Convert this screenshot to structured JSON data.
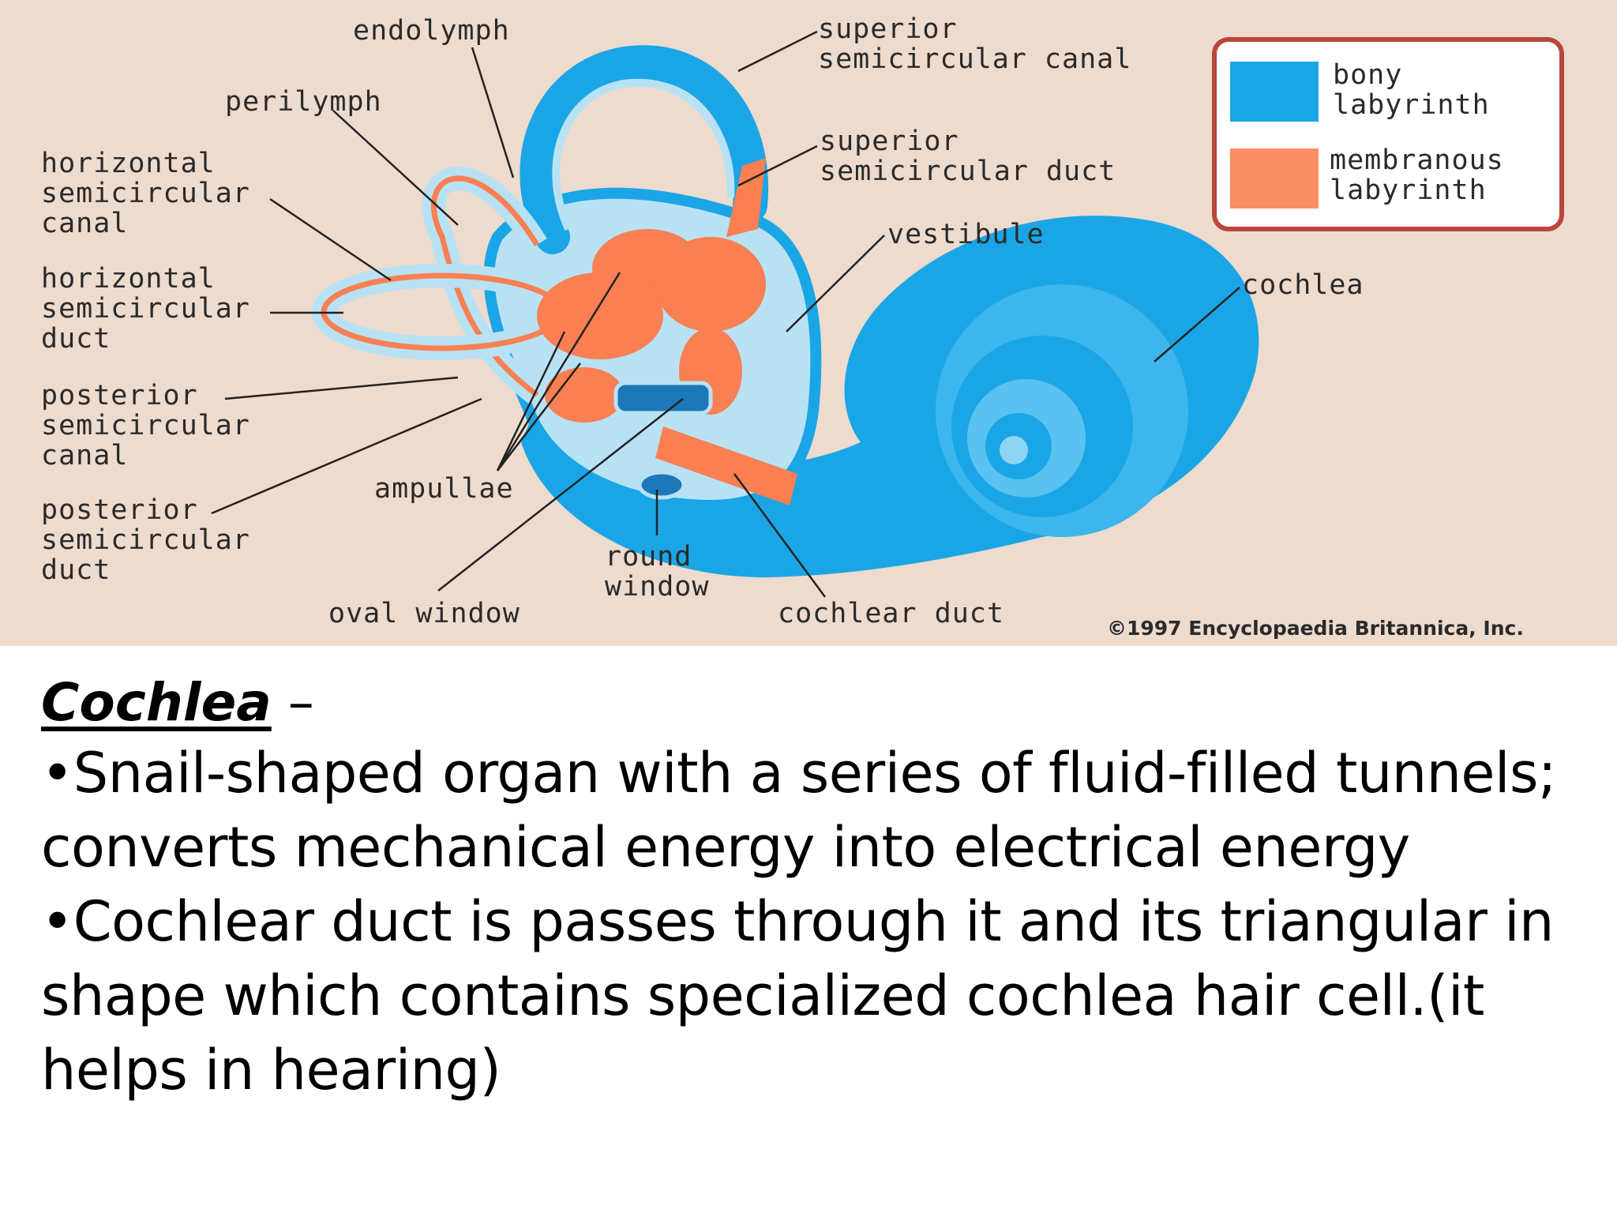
{
  "diagram": {
    "labels": {
      "endolymph": "endolymph",
      "perilymph": "perilymph",
      "horizontal_canal": [
        "horizontal",
        "semicircular",
        "canal"
      ],
      "horizontal_duct": [
        "horizontal",
        "semicircular",
        "duct"
      ],
      "posterior_canal": [
        "posterior",
        "semicircular",
        "canal"
      ],
      "posterior_duct": [
        "posterior",
        "semicircular",
        "duct"
      ],
      "ampullae": "ampullae",
      "oval_window": "oval window",
      "round_window": [
        "round",
        "window"
      ],
      "cochlear_duct": "cochlear duct",
      "superior_canal": [
        "superior",
        "semicircular canal"
      ],
      "superior_duct": [
        "superior",
        "semicircular duct"
      ],
      "vestibule": "vestibule",
      "cochlea": "cochlea"
    },
    "legend": {
      "bony": [
        "bony",
        "labyrinth"
      ],
      "membranous": [
        "membranous",
        "labyrinth"
      ]
    },
    "credit": "©1997 Encyclopaedia Britannica, Inc.",
    "colors": {
      "background": "#eddbce",
      "bony": "#1aa6e6",
      "bony_light": "#b8e2f4",
      "membranous": "#fa7f52",
      "legend_border": "#b9463c"
    }
  },
  "text": {
    "heading_term": "Cochlea",
    "heading_dash": " –",
    "bullets": [
      "•Snail-shaped organ with a series of fluid-filled tunnels; converts mechanical energy into electrical energy",
      "•Cochlear duct is passes through it and its triangular in shape which contains specialized cochlea hair cell.(it helps in hearing)"
    ]
  }
}
